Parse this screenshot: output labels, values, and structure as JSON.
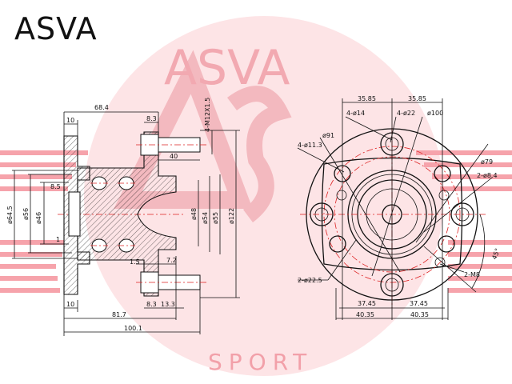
{
  "brand": "ASVA",
  "watermark": {
    "text": "ASVA",
    "subtext": "SPORT",
    "color": "#e8283a"
  },
  "side_view": {
    "dims": {
      "d68_4": "68.4",
      "d10_top": "10",
      "d8_3_top": "8.3",
      "thread": "4-M12X1.5",
      "d40": "40",
      "d8_5": "8.5",
      "d64_5": "ø64.5",
      "d56": "ø56",
      "d46": "ø46",
      "d1": "1",
      "d48": "ø48",
      "d54": "ø54",
      "d55": "ø55",
      "d122": "ø122",
      "d1_5": "1.5",
      "d7_2": "7.2",
      "d10_bot": "10",
      "d8_3_bot": "8.3",
      "d13_3": "13.3",
      "d81_7": "81.7",
      "d100_1": "100.1"
    }
  },
  "front_view": {
    "dims": {
      "d35_85_l": "35.85",
      "d35_85_r": "35.85",
      "h4_14": "4-ø14",
      "h4_22": "4-ø22",
      "d100": "ø100",
      "d91": "ø91",
      "h4_11_3": "4-ø11.3",
      "d79": "ø79",
      "h2_8_4": "2-ø8.4",
      "angle45": "45°",
      "h2_m8": "2-M8",
      "h2_22_5": "2-ø22.5",
      "d37_45_l": "37.45",
      "d37_45_r": "37.45",
      "d40_35_l": "40.35",
      "d40_35_r": "40.35"
    }
  }
}
